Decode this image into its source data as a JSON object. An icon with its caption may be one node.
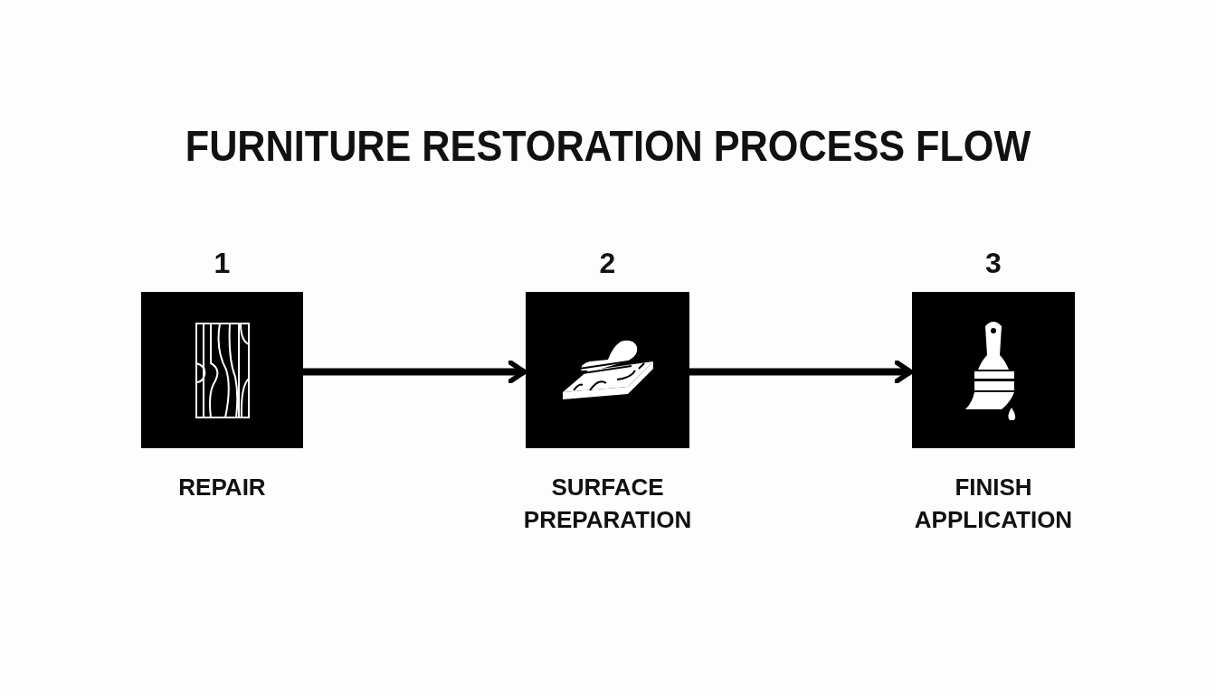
{
  "diagram": {
    "title": "FURNITURE RESTORATION PROCESS FLOW",
    "nodes": [
      {
        "text": [
          "1",
          "REPAIR"
        ]
      },
      {
        "text": [
          "2",
          "SURFACE PREPARATION"
        ]
      },
      {
        "text": [
          "3",
          "FINISH APPLICATION"
        ]
      }
    ],
    "edges": [
      {
        "from": 0,
        "to": 1,
        "arrow": "to"
      },
      {
        "from": 1,
        "to": 2,
        "arrow": "to"
      }
    ]
  }
}
